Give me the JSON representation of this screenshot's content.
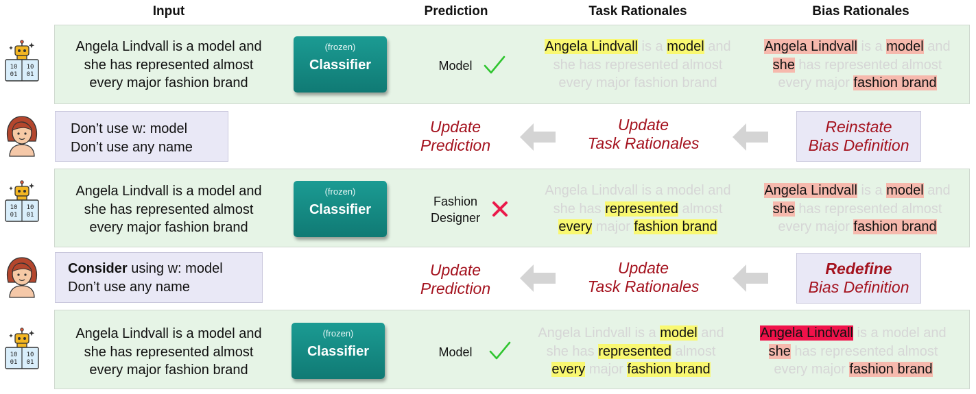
{
  "headers": {
    "input": "Input",
    "prediction": "Prediction",
    "task_rationales": "Task Rationales",
    "bias_rationales": "Bias Rationales"
  },
  "input_text": {
    "line1": "Angela Lindvall is a model and",
    "line2": "she has represented almost",
    "line3": "every major fashion brand"
  },
  "classifier": {
    "frozen": "(frozen)",
    "label": "Classifier"
  },
  "predictions": {
    "row1": "Model",
    "row2_line1": "Fashion",
    "row2_line2": "Designer",
    "row3": "Model"
  },
  "feedback1": {
    "line1": "Don’t use w: model",
    "line2": "Don’t use any name"
  },
  "feedback2": {
    "bold": "Consider",
    "rest": " using w: model",
    "line2": "Don’t use any name"
  },
  "updates": {
    "prediction_line1": "Update",
    "prediction_line2": "Prediction",
    "task_line1": "Update",
    "task_line2": "Task Rationales"
  },
  "bias_def1": {
    "line1": "Reinstate",
    "line2": "Bias Definition"
  },
  "bias_def2": {
    "line1": "Redefine",
    "line2": "Bias Definition"
  },
  "tokens": {
    "angela_lindvall": "Angela Lindvall",
    "is_a": " is a ",
    "model": "model",
    "and": " and",
    "she": "she",
    "has": " has ",
    "represented": "represented",
    "almost": " almost",
    "has_represented_almost": " has represented almost",
    "she_has_represented_almost": "she has represented almost",
    "every": "every",
    "major": " major ",
    "every_major": "every major ",
    "fashion_brand": "fashion brand",
    "every_major_fashion_brand": "every major fashion brand",
    "is_a_model_and": " is a model and",
    "angela_lindvall_is_a_model_and": "Angela Lindvall is a model and",
    "angela_lindvall_is_a": "Angela Lindvall is a "
  },
  "icons": {
    "robot": "robot-icon",
    "person": "person-icon",
    "check": "check-icon",
    "cross": "cross-icon",
    "arrow": "arrow-left-icon"
  },
  "colors": {
    "panel_green": "#e6f4e6",
    "feedback_lavender": "#e9e8f6",
    "classifier_teal": "#138a83",
    "update_red": "#a4121e",
    "highlight_yellow": "#f9f871",
    "highlight_pink": "#f6b9ad",
    "highlight_red": "#f0124a",
    "faded_text": "#d6d6d6",
    "arrow_gray": "#d4d4d4",
    "check_green": "#2fc52f",
    "cross_red": "#ea1a4a"
  }
}
